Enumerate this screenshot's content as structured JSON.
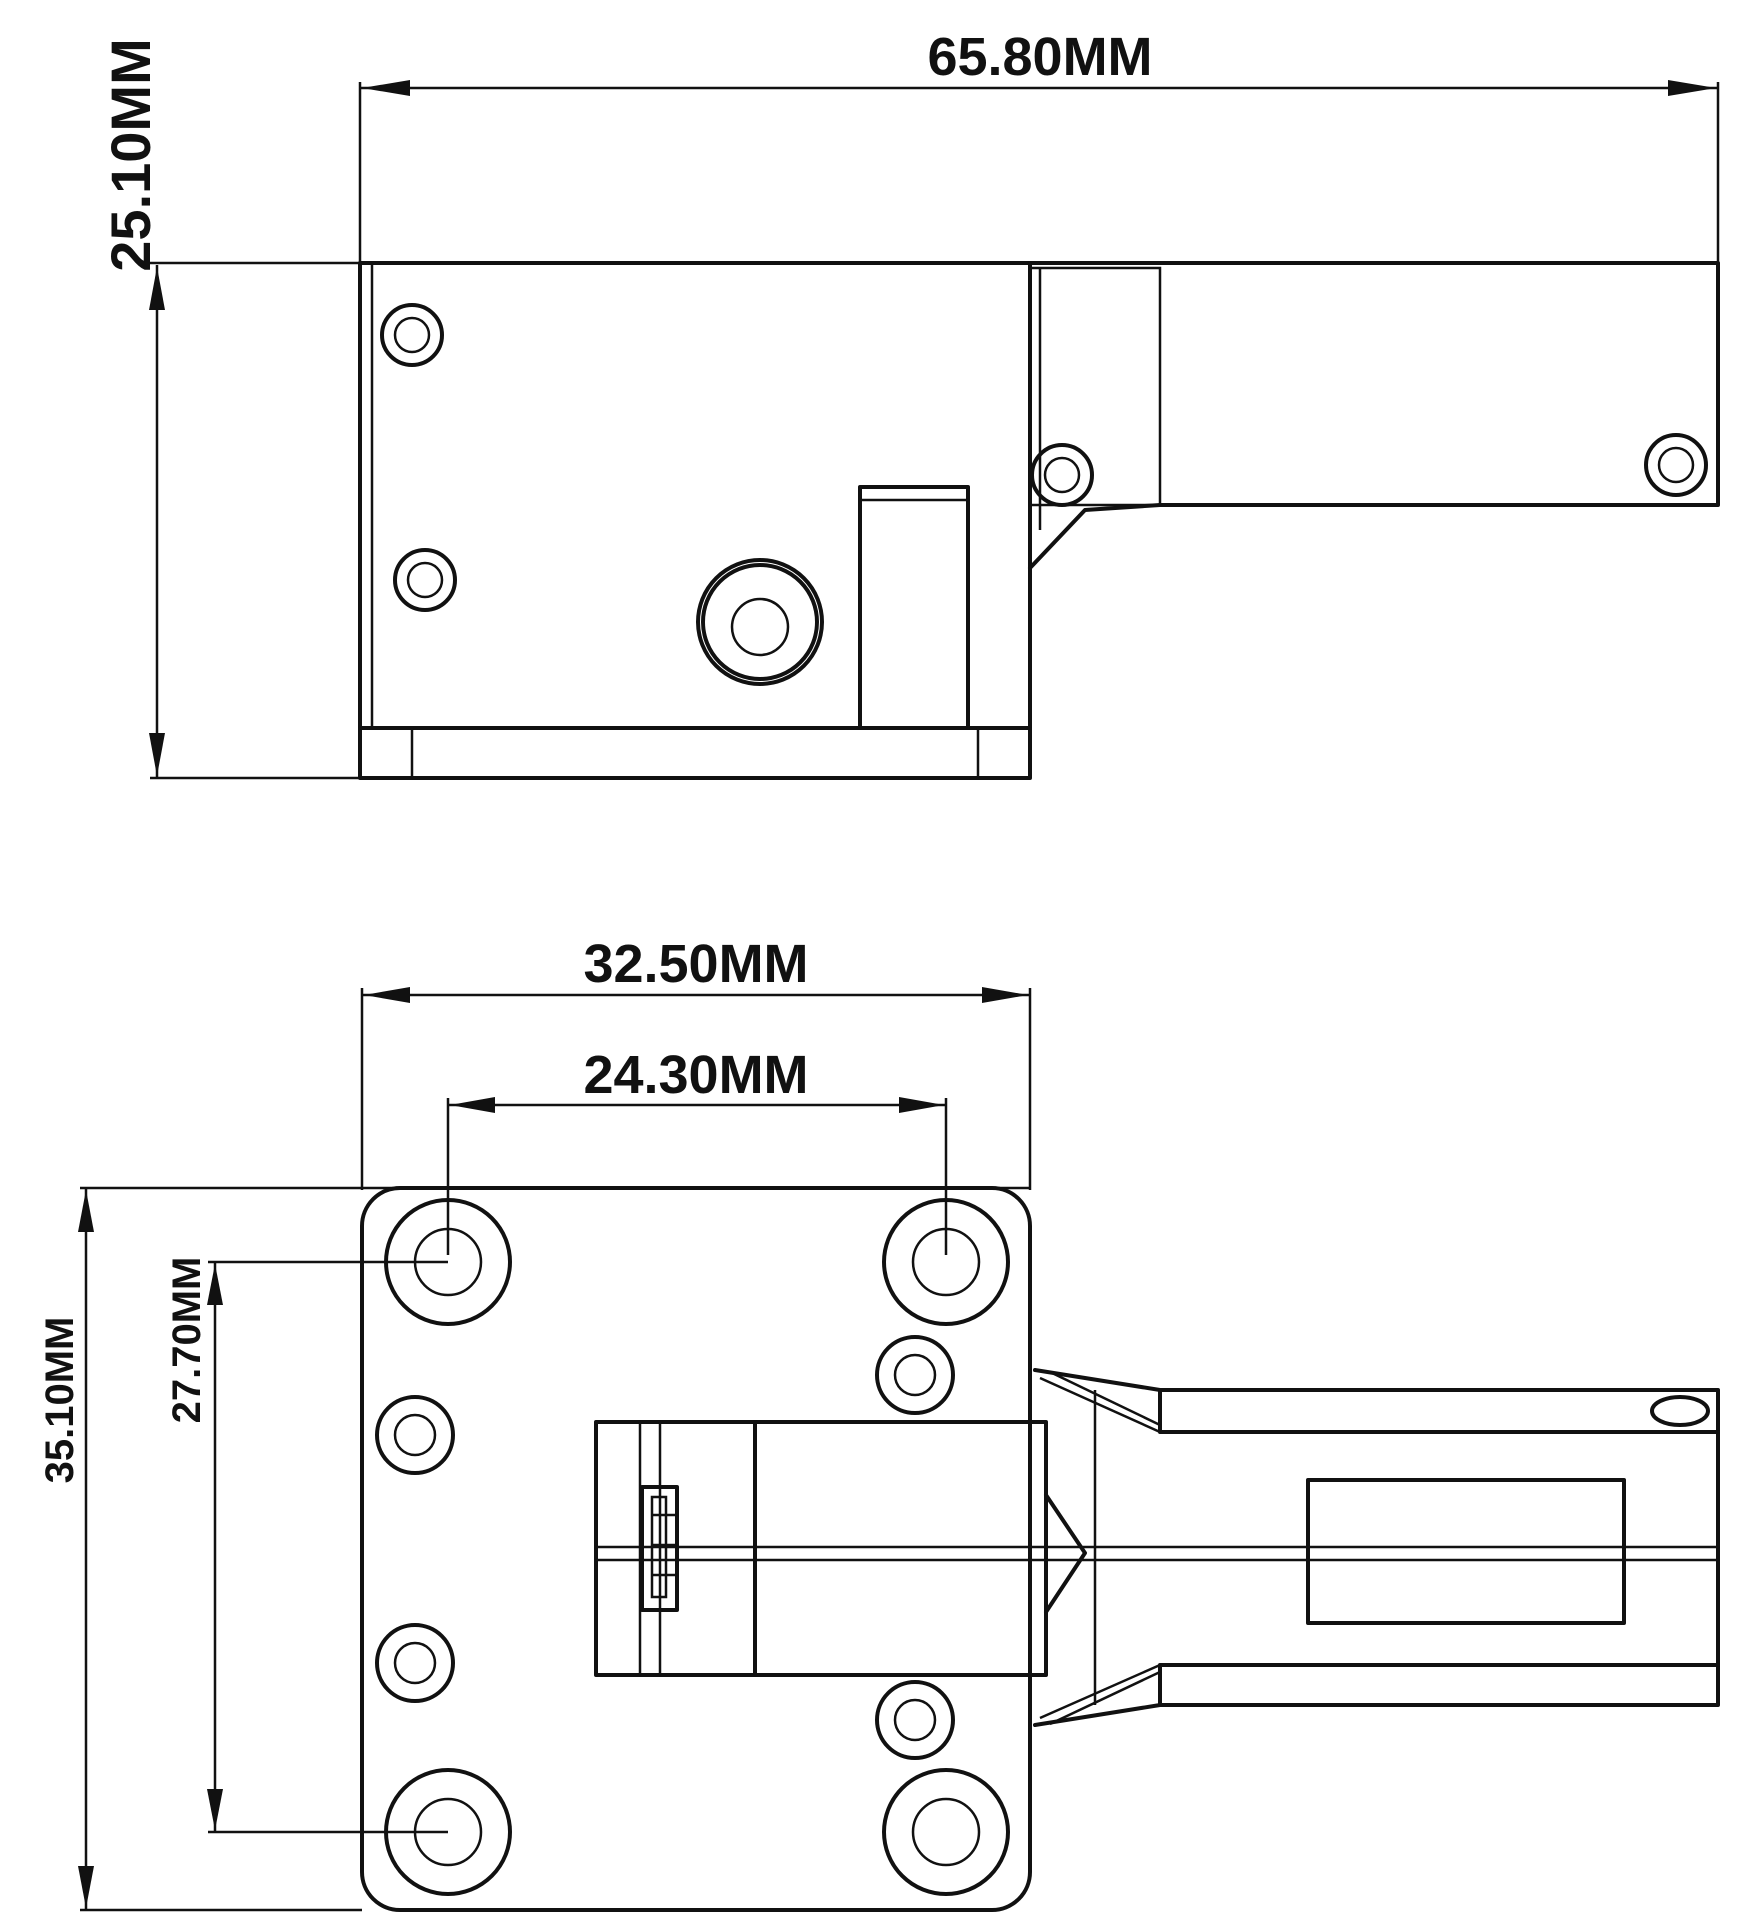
{
  "side_view": {
    "width_label": "65.80MM",
    "height_label": "25.10MM"
  },
  "top_view": {
    "outer_width_label": "32.50MM",
    "hole_spacing_label": "24.30MM",
    "outer_height_label": "35.10MM",
    "hole_height_label": "27.70MM"
  }
}
